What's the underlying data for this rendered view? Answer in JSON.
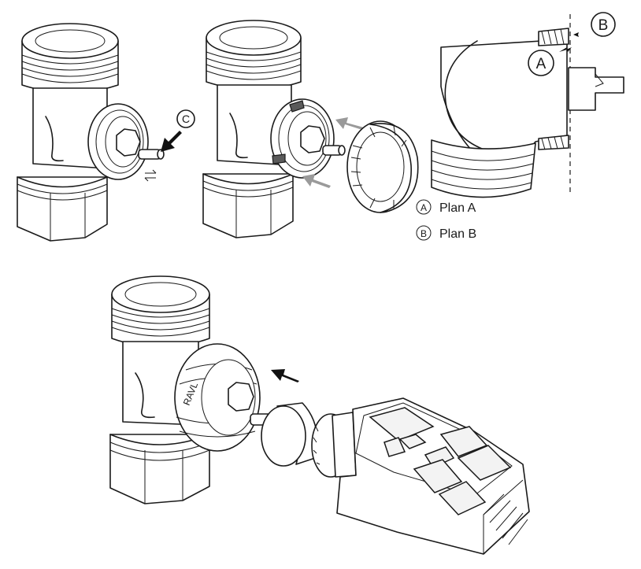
{
  "labels": {
    "c": "C",
    "a": "A",
    "b": "B",
    "ravl": "RAVL"
  },
  "legend": [
    {
      "key": "A",
      "text": "Plan A"
    },
    {
      "key": "B",
      "text": "Plan B"
    }
  ],
  "colors": {
    "line": "#1a1a1a",
    "grey_arrow": "#9a9a9a",
    "black_arrow": "#111111",
    "fill_light": "#f3f3f3",
    "highlight": "#6e6e6e"
  }
}
